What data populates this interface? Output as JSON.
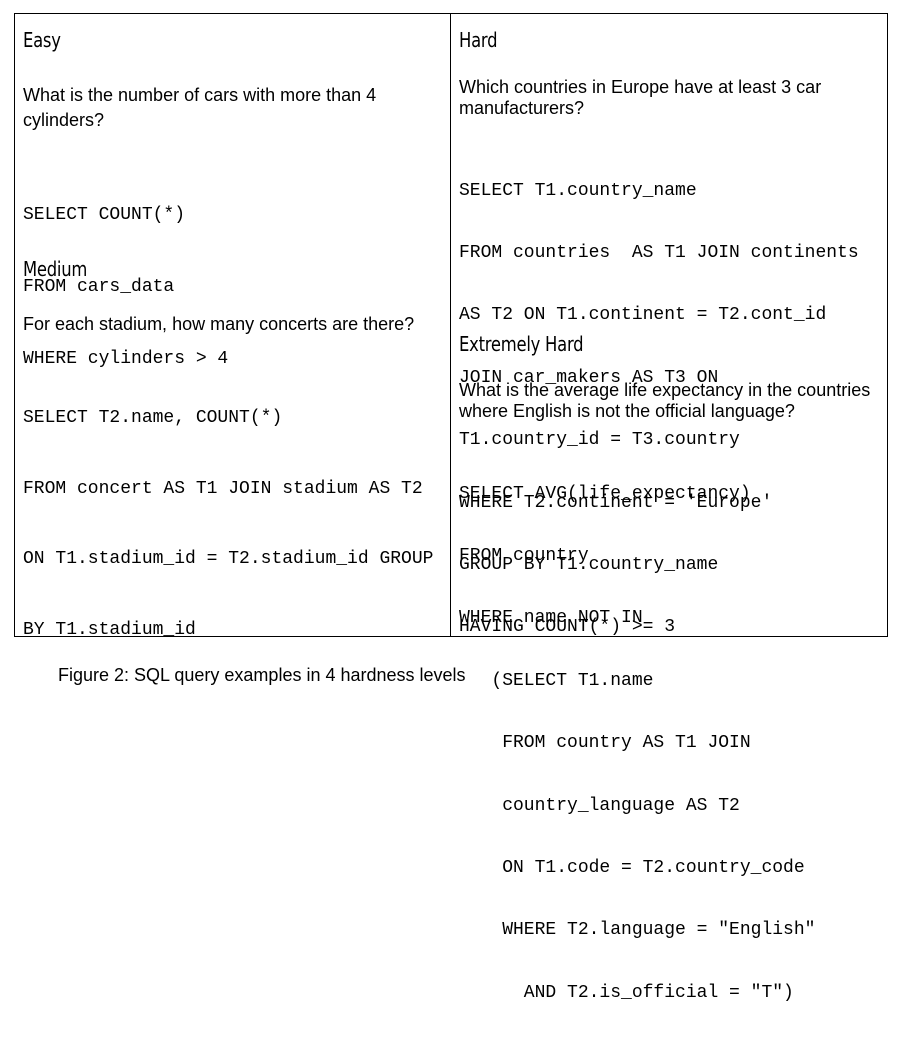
{
  "examples": [
    {
      "level": "Easy",
      "question": "What is the number of cars with more than 4 cylinders?",
      "question_lines": [
        "What is the number of cars with more than 4",
        "cylinders?"
      ],
      "sql_lines": [
        "SELECT COUNT(*)",
        "FROM cars_data",
        "WHERE cylinders > 4"
      ]
    },
    {
      "level": "Medium",
      "question": "For each stadium, how many concerts are there?",
      "question_lines": [
        "For each stadium, how many concerts are there?"
      ],
      "sql_lines": [
        "SELECT T2.name, COUNT(*)",
        "FROM concert AS T1 JOIN stadium AS T2",
        "ON T1.stadium_id = T2.stadium_id GROUP",
        "BY T1.stadium_id"
      ]
    },
    {
      "level": "Hard",
      "question": "Which countries in Europe have at least 3 car manufacturers?",
      "question_lines": [
        "Which countries in Europe have at least 3 car",
        "manufacturers?"
      ],
      "sql_lines": [
        "SELECT T1.country_name",
        "FROM countries  AS T1 JOIN continents",
        "AS T2 ON T1.continent = T2.cont_id",
        "JOIN car_makers AS T3 ON",
        "T1.country_id = T3.country",
        "WHERE T2.continent = 'Europe'",
        "GROUP BY T1.country_name",
        "HAVING COUNT(*) >= 3"
      ]
    },
    {
      "level": "Extremely Hard",
      "question": "What is the average life expectancy in the countries where English is not the official language?",
      "question_lines": [
        "What is the average life expectancy in the countries",
        "where English is not the official language?"
      ],
      "sql_lines": [
        "SELECT AVG(life_expectancy)",
        "FROM country",
        "WHERE name NOT IN",
        "   (SELECT T1.name",
        "    FROM country AS T1 JOIN",
        "    country_language AS T2",
        "    ON T1.code = T2.country_code",
        "    WHERE T2.language = \"English\"",
        "      AND T2.is_official = \"T\")"
      ]
    }
  ],
  "caption": "Figure 2: SQL query examples in 4 hardness levels"
}
